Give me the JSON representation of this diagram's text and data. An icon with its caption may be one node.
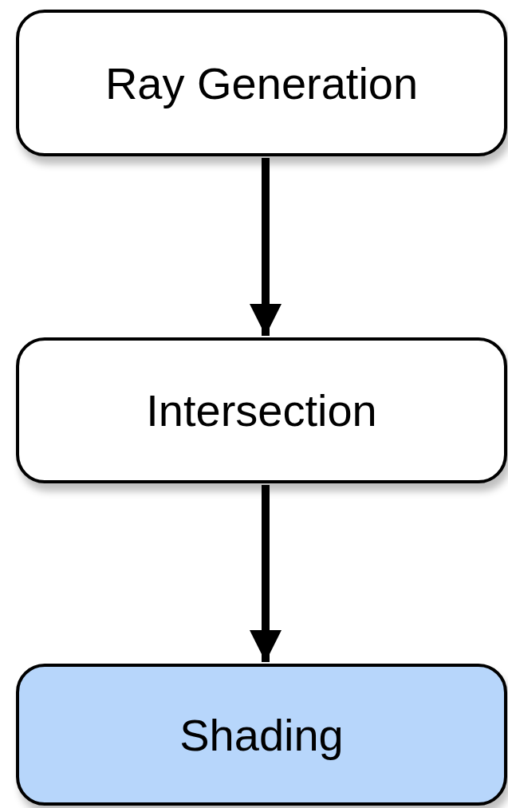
{
  "diagram": {
    "nodes": [
      {
        "text": [
          "Ray Generation"
        ]
      },
      {
        "text": [
          "Intersection"
        ]
      },
      {
        "text": [
          "Shading"
        ]
      }
    ],
    "edges": [
      {
        "from": 0,
        "to": 1,
        "arrow": "to"
      },
      {
        "from": 1,
        "to": 2,
        "arrow": "to"
      }
    ]
  }
}
